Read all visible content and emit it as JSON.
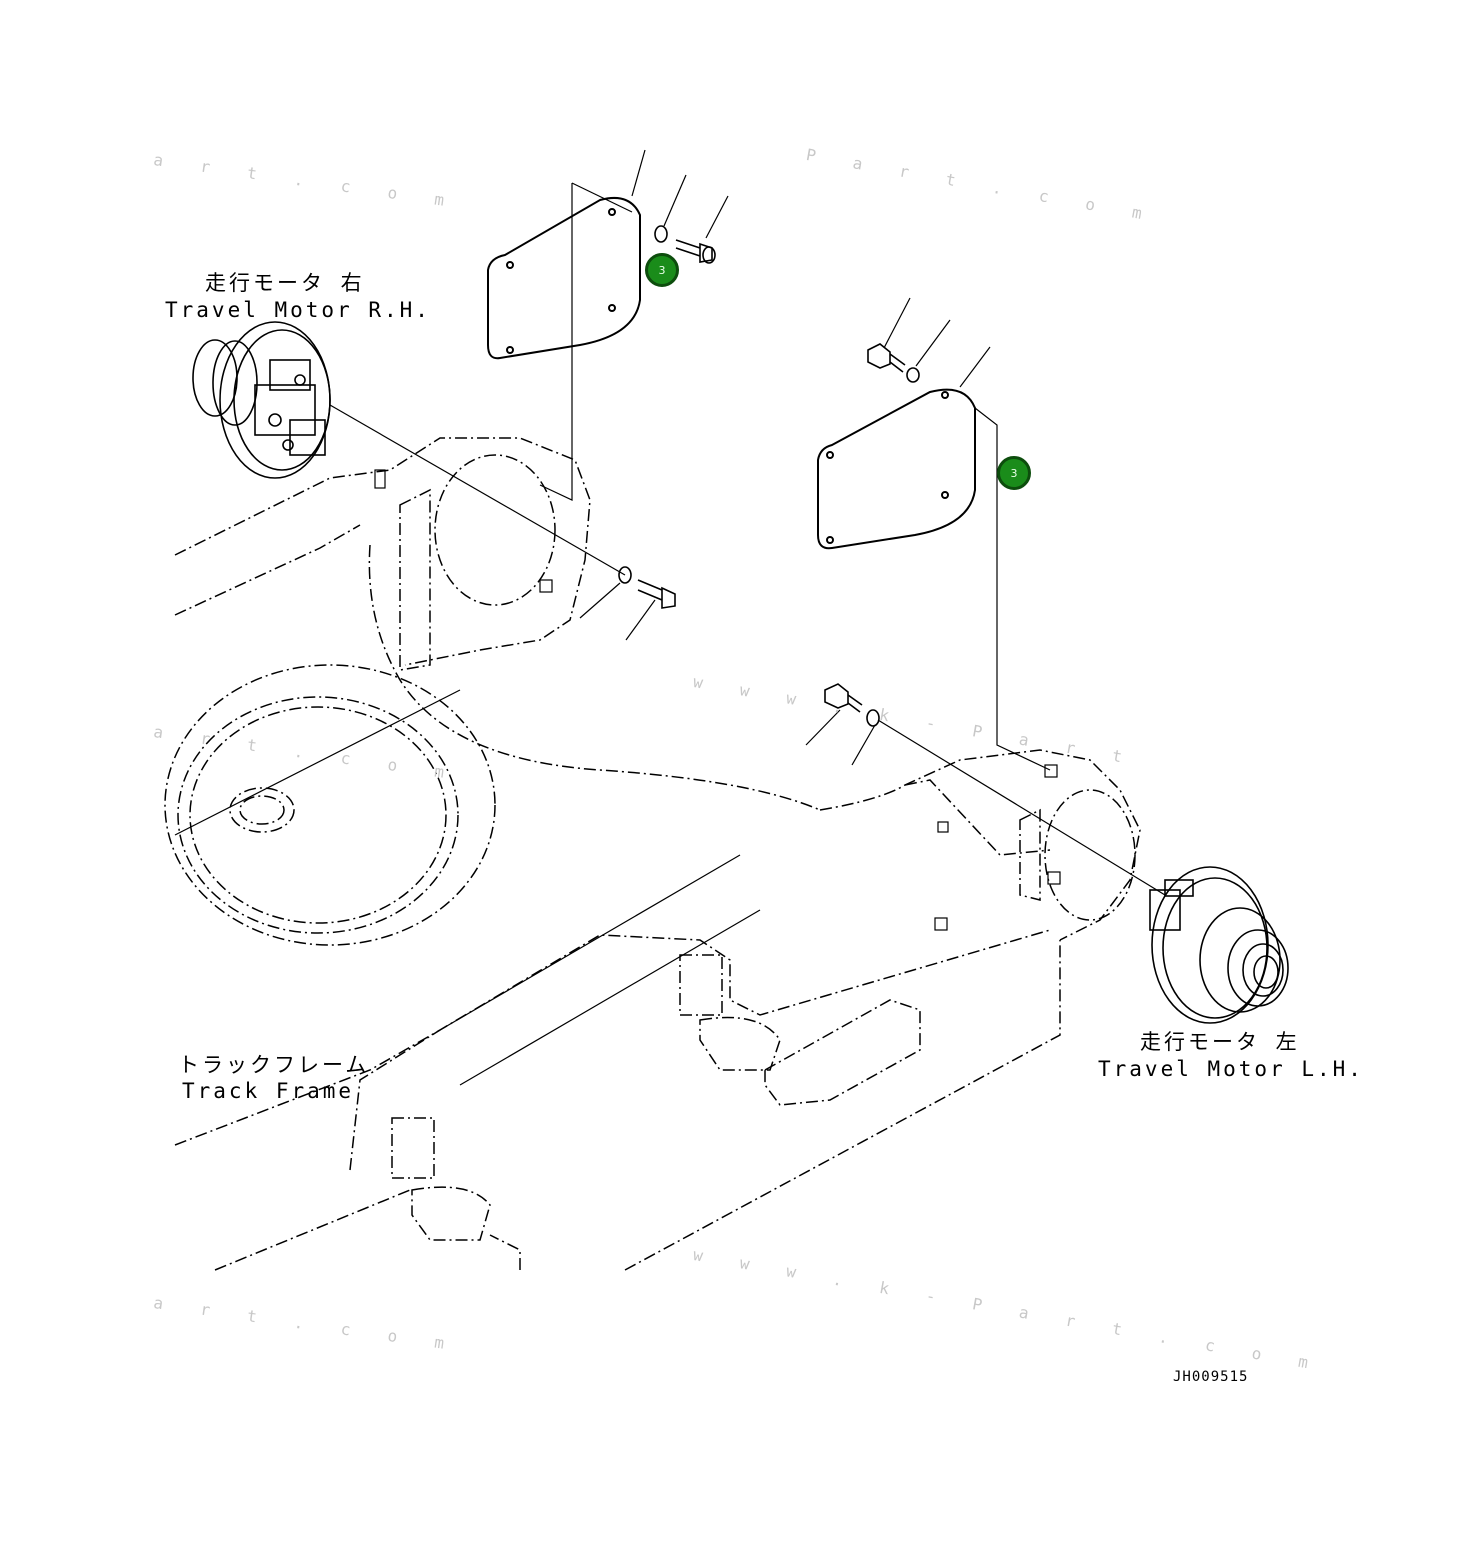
{
  "labels": {
    "motor_rh_jp": "走行モータ 右",
    "motor_rh_en": "Travel Motor R.H.",
    "motor_lh_jp": "走行モータ 左",
    "motor_lh_en": "Travel Motor L.H.",
    "track_frame_jp": "トラックフレーム",
    "track_frame_en": "Track Frame"
  },
  "callouts": {
    "cover_top": "3",
    "cover_right": "3"
  },
  "drawing_id": "JH009515",
  "watermarks": {
    "w1": "a r t . c o m",
    "w2": "P a r t . c o m",
    "w3": "w w w . k - P a r t",
    "w4": "a r t . c o m",
    "w5": "w w w . k - P a r t . c o m",
    "w6": "a r t . c o m"
  },
  "colors": {
    "callout_fill": "#1a8c1a",
    "callout_border": "#0d4d0d",
    "line": "#000000"
  }
}
